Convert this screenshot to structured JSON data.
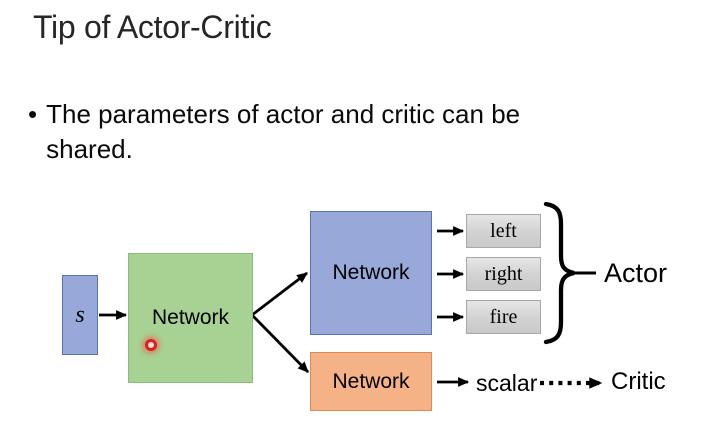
{
  "slide": {
    "title": "Tip of Actor-Critic",
    "bullet_marker": "•",
    "bullet_line1": "The parameters of actor and critic can be",
    "bullet_line2": "shared."
  },
  "diagram": {
    "state_label": "s",
    "shared_network_label": "Network",
    "actor_network_label": "Network",
    "critic_network_label": "Network",
    "actions": [
      {
        "label": "left"
      },
      {
        "label": "right"
      },
      {
        "label": "fire"
      }
    ],
    "actor_group_label": "Actor",
    "critic_output_label": "scalar",
    "critic_group_label": "Critic",
    "colors": {
      "blue_box_fill": "#98A8D8",
      "blue_box_border": "#5B72B5",
      "green_box_fill": "#A7D293",
      "green_box_border": "#8CBD78",
      "orange_box_fill": "#F5B286",
      "orange_box_border": "#DF8A50",
      "action_box_fill": "#D6D6D6",
      "action_box_border": "#A8A8A8",
      "laser_pointer_red": "#E21B1B",
      "title_text": "#262626",
      "arrow_black": "#000000"
    }
  }
}
